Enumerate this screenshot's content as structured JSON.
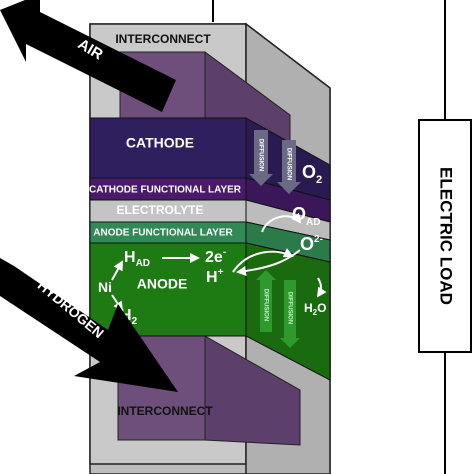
{
  "labels": {
    "air": "AIR",
    "hydrogen": "HYDROGEN",
    "interconnect_top": "INTERCONNECT",
    "interconnect_bottom": "INTERCONNECT",
    "cathode": "CATHODE",
    "cathode_functional_layer": "CATHODE FUNCTIONAL LAYER",
    "electrolyte": "ELECTROLYTE",
    "anode_functional_layer": "ANODE FUNCTIONAL LAYER",
    "anode": "ANODE",
    "electric_load": "ELECTRIC LOAD",
    "diffusion": "DIFFUSION"
  },
  "species": {
    "o2": "O",
    "o2_sub": "2",
    "o_ad": "O",
    "o_ad_sub": "AD",
    "o2minus": "O",
    "o2minus_sup": "2-",
    "h_ad": "H",
    "h_ad_sub": "AD",
    "two_e": "2e",
    "two_e_sup": "-",
    "h_plus": "H",
    "h_plus_sup": "+",
    "ni": "Ni",
    "h2": "H",
    "h2_sub": "2",
    "h2o": "H",
    "h2o_sub": "2",
    "h2o_tail": "O"
  },
  "colors": {
    "cathode": "#2f1f5e",
    "cathode_functional_layer": "#4a1a6a",
    "electrolyte": "#c4c4c4",
    "anode_functional_layer": "#2f8a55",
    "anode": "#1e7a12",
    "interconnect": "#c9c9c9",
    "channel": "#6e4e7a"
  }
}
